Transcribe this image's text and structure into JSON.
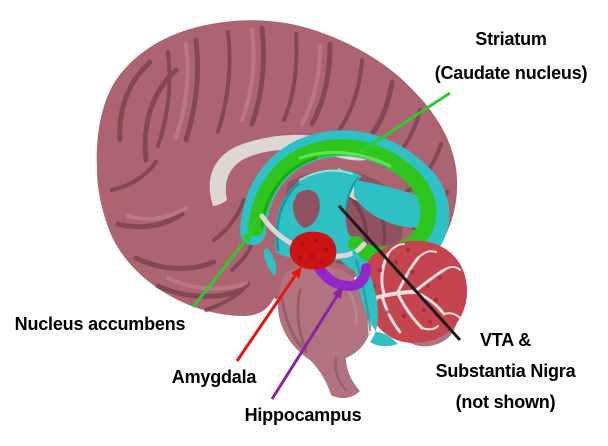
{
  "figure": {
    "description_labels": {
      "striatum_line1": "Striatum",
      "striatum_line2": "(Caudate nucleus)",
      "nucleus_accumbens": "Nucleus accumbens",
      "amygdala": "Amygdala",
      "hippocampus": "Hippocampus",
      "vta_line1": "VTA &",
      "vta_line2": "Substantia Nigra",
      "vta_line3": "(not shown)"
    }
  },
  "colors": {
    "background": "#ffffff",
    "text": "#000000",
    "cortex": "#ad6472",
    "cortex_sulci": "#7c4350",
    "cortex_highlight": "#c98b96",
    "medial_surface": "#8f5260",
    "corpus_callosum": "#ddd6d2",
    "ventricles": "#2fc0c6",
    "ventricles_shadow": "#1b8f96",
    "caudate_green": "#2ec51e",
    "amygdala_red": "#cc1414",
    "hippocampus_purple": "#9326c9",
    "brainstem": "#b17380",
    "cerebellum": "#c4454f",
    "cerebellum_branches": "#f0dede",
    "pointer_striatum": "#2eca2e",
    "pointer_accumbens": "#2eca2e",
    "pointer_amygdala": "#e81414",
    "pointer_hippocampus": "#8b22a0",
    "pointer_vta": "#1a1a1a"
  }
}
